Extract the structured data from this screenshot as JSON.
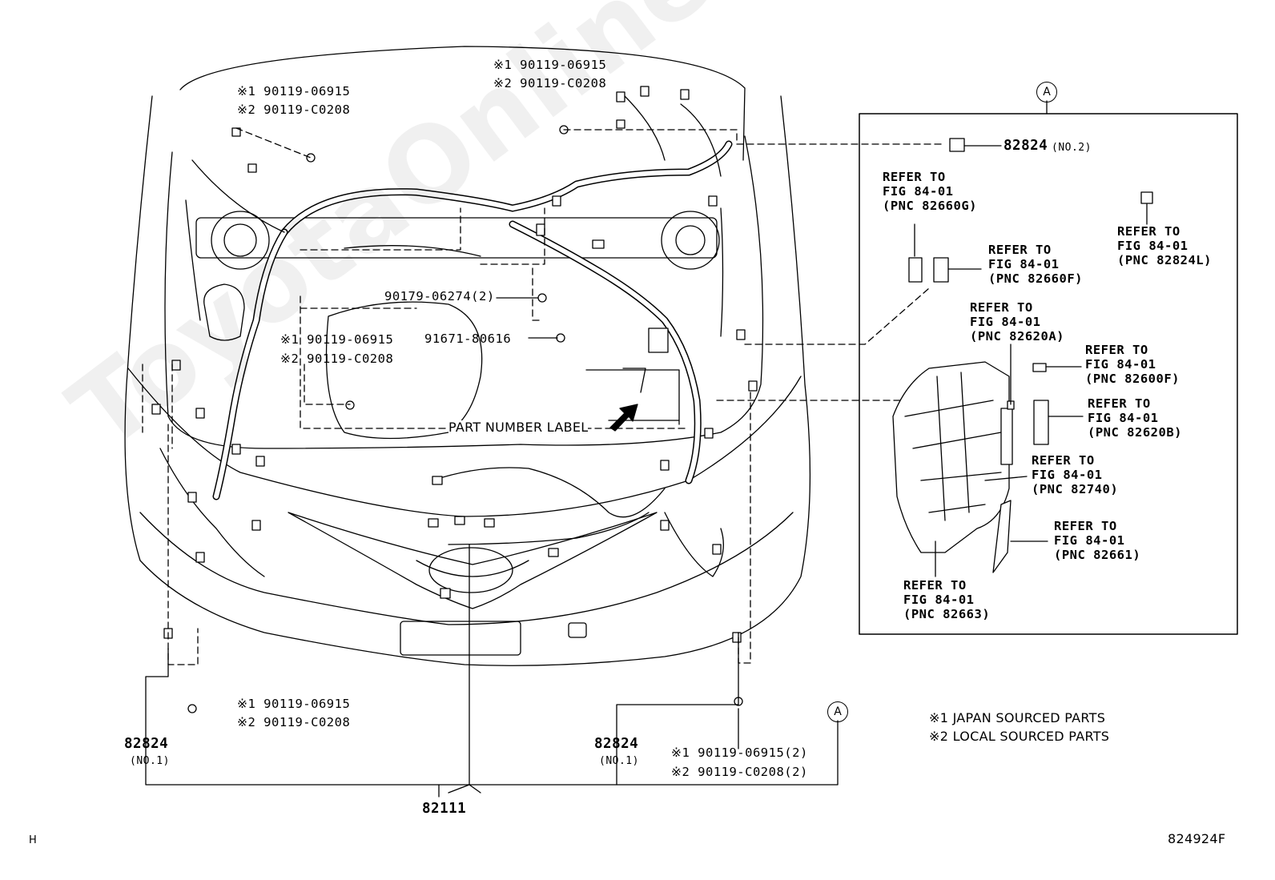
{
  "diagram_id": "824924F",
  "corner_letter": "H",
  "watermark": "ToyotaOnline.ru",
  "callout_symbol": "A",
  "part_number_label": "PART NUMBER LABEL",
  "legend": {
    "japan": "※1 JAPAN SOURCED PARTS",
    "local": "※2 LOCAL SOURCED PARTS"
  },
  "bolts": {
    "top_center": [
      "※1 90119-06915",
      "※2 90119-C0208"
    ],
    "top_left": [
      "※1 90119-06915",
      "※2 90119-C0208"
    ],
    "mid_clip": "90179-06274(2)",
    "mid_left": [
      "※1 90119-06915",
      "※2 90119-C0208"
    ],
    "mid_screw": "91671-80616",
    "bottom_left": [
      "※1 90119-06915",
      "※2 90119-C0208"
    ],
    "bottom_right": [
      "※1 90119-06915(2)",
      "※2 90119-C0208(2)"
    ]
  },
  "parts": {
    "main_harness": "82111",
    "protector_left": {
      "number": "82824",
      "note": "(NO.1)"
    },
    "protector_right": {
      "number": "82824",
      "note": "(NO.1)"
    },
    "protector_top": {
      "number": "82824",
      "note": "(NO.2)"
    }
  },
  "refer_to": [
    {
      "line1": "REFER TO",
      "line2": "FIG 84-01",
      "line3": "(PNC 82660G)"
    },
    {
      "line1": "REFER TO",
      "line2": "FIG 84-01",
      "line3": "(PNC 82824L)"
    },
    {
      "line1": "REFER TO",
      "line2": "FIG 84-01",
      "line3": "(PNC 82660F)"
    },
    {
      "line1": "REFER TO",
      "line2": "FIG 84-01",
      "line3": "(PNC 82620A)"
    },
    {
      "line1": "REFER TO",
      "line2": "FIG 84-01",
      "line3": "(PNC 82600F)"
    },
    {
      "line1": "REFER TO",
      "line2": "FIG 84-01",
      "line3": "(PNC 82620B)"
    },
    {
      "line1": "REFER TO",
      "line2": "FIG 84-01",
      "line3": "(PNC 82740)"
    },
    {
      "line1": "REFER TO",
      "line2": "FIG 84-01",
      "line3": "(PNC 82661)"
    },
    {
      "line1": "REFER TO",
      "line2": "FIG 84-01",
      "line3": "(PNC 82663)"
    }
  ]
}
